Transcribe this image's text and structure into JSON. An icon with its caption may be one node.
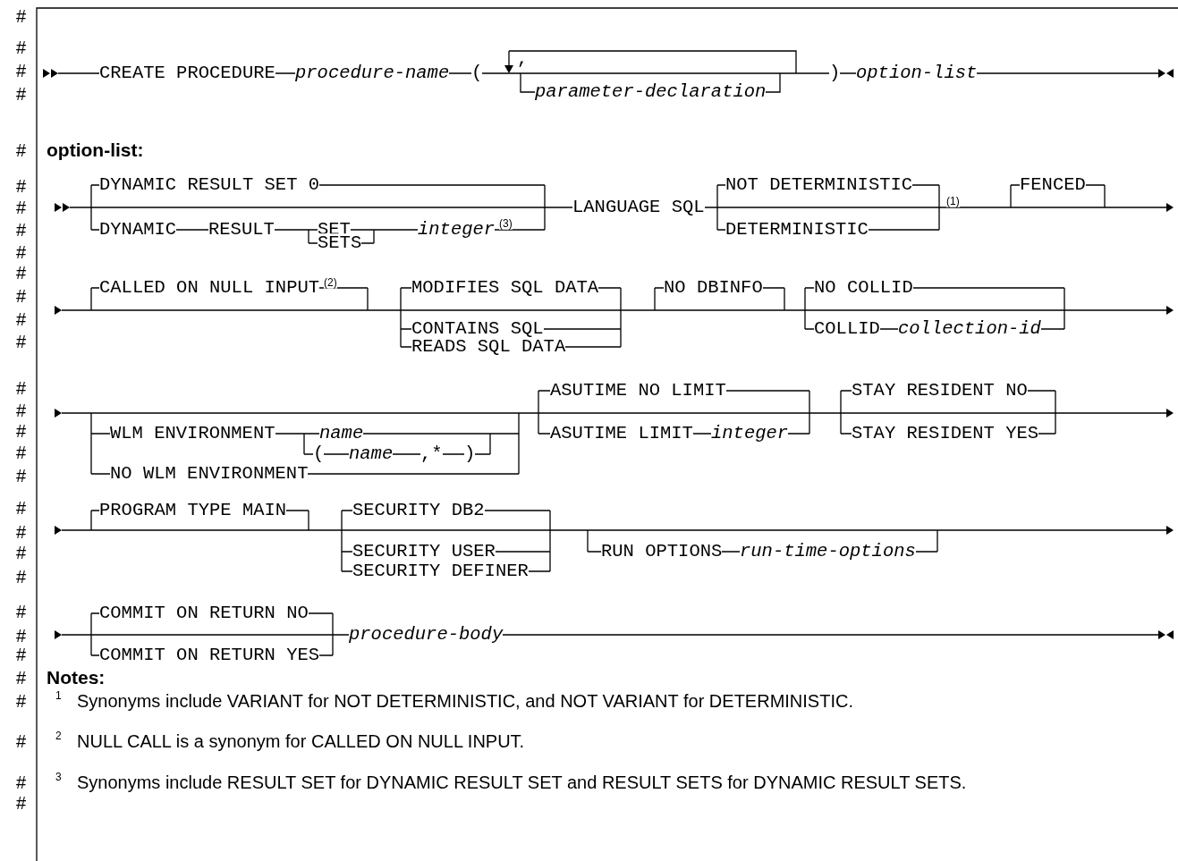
{
  "diagram": {
    "labels": [
      "#",
      "#",
      "#",
      "#",
      "CREATE PROCEDURE",
      "procedure-name",
      "(",
      ",",
      "parameter-declaration",
      ")",
      "option-list",
      "#",
      "option-list:",
      "#",
      "#",
      "#",
      "#",
      "DYNAMIC RESULT SET 0",
      "DYNAMIC",
      "RESULT",
      "SET",
      "SETS",
      "integer",
      "(3)",
      "LANGUAGE SQL",
      "NOT DETERMINISTIC",
      "DETERMINISTIC",
      "(1)",
      "FENCED",
      "#",
      "#",
      "#",
      "#",
      "CALLED ON NULL INPUT",
      "(2)",
      "MODIFIES SQL DATA",
      "CONTAINS SQL",
      "READS SQL DATA",
      "NO DBINFO",
      "NO COLLID",
      "COLLID",
      "collection-id",
      "#",
      "#",
      "#",
      "#",
      "#",
      "WLM ENVIRONMENT",
      "name",
      "(",
      "name",
      ",*",
      ")",
      "NO WLM ENVIRONMENT",
      "ASUTIME NO LIMIT",
      "ASUTIME LIMIT",
      "integer",
      "STAY RESIDENT NO",
      "STAY RESIDENT YES",
      "#",
      "#",
      "#",
      "#",
      "PROGRAM TYPE MAIN",
      "SECURITY DB2",
      "SECURITY USER",
      "SECURITY DEFINER",
      "RUN OPTIONS",
      "run-time-options",
      "#",
      "#",
      "#",
      "COMMIT ON RETURN NO",
      "COMMIT ON RETURN YES",
      "procedure-body",
      "#",
      "Notes:",
      "#",
      "1",
      "Synonyms include VARIANT for NOT DETERMINISTIC, and NOT VARIANT for DETERMINISTIC.",
      "#",
      "2",
      "NULL CALL is a synonym for CALLED ON NULL INPUT.",
      "#",
      "#",
      "3",
      "Synonyms include RESULT SET for DYNAMIC RESULT SET and RESULT SETS for DYNAMIC RESULT SETS."
    ]
  }
}
